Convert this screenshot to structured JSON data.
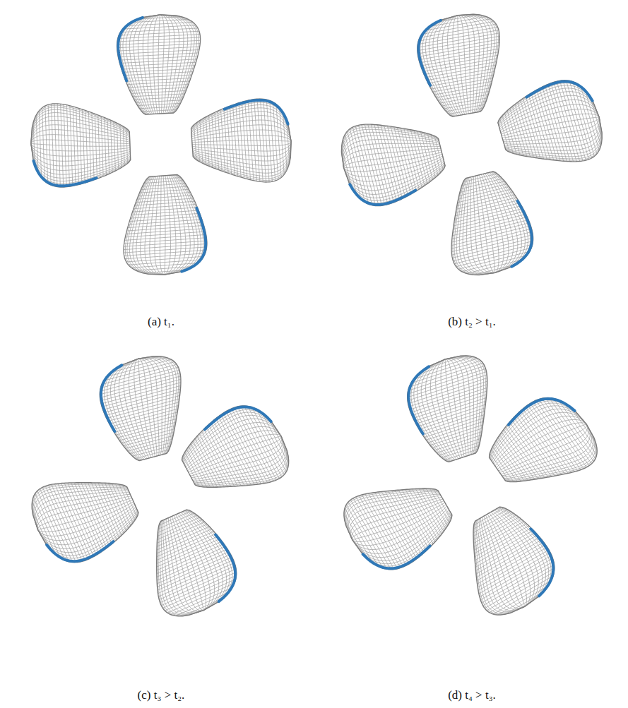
{
  "diagram": {
    "labels": [
      "(a) t₁.",
      "(b) t₂ > t₁.",
      "(c) t₃ > t₂.",
      "(d) t₄ > t₃."
    ]
  }
}
